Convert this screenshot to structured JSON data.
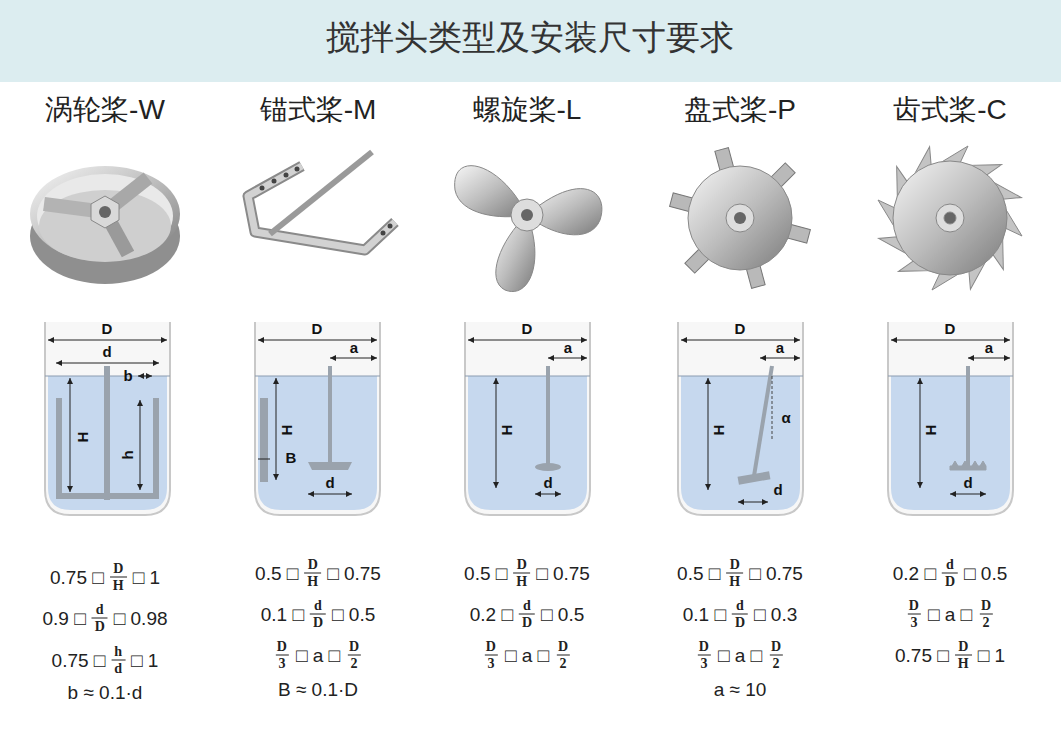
{
  "diagram": {
    "title": "搅拌头类型及安装尺寸要求",
    "labels": [
      "涡轮桨-W",
      "D",
      "d",
      "b",
      "H",
      "h",
      "0.75 □",
      "D",
      "H",
      "□ 1",
      "0.9 □",
      "d",
      "D",
      "□ 0.98",
      "0.75 □",
      "h",
      "d",
      "□ 1",
      "b ≈ 0.1·d",
      "锚式桨-M",
      "D",
      "a",
      "H",
      "B",
      "d",
      "0.5 □",
      "D",
      "H",
      "□ 0.75",
      "0.1 □",
      "d",
      "D",
      "□ 0.5",
      "D",
      "3",
      "□ a □",
      "D",
      "2",
      "B ≈ 0.1·D",
      "螺旋桨-L",
      "D",
      "a",
      "H",
      "d",
      "0.5 □",
      "D",
      "H",
      "□ 0.75",
      "0.2 □",
      "d",
      "D",
      "□ 0.5",
      "D",
      "3",
      "□ a □",
      "D",
      "2",
      "盘式桨-P",
      "D",
      "a",
      "H",
      "α",
      "d",
      "0.5 □",
      "D",
      "H",
      "□ 0.75",
      "0.1 □",
      "d",
      "D",
      "□ 0.3",
      "D",
      "3",
      "□ a □",
      "D",
      "2",
      "a ≈ 10",
      "齿式桨-C",
      "D",
      "a",
      "H",
      "d",
      "0.2 □",
      "d",
      "D",
      "□ 0.5",
      "D",
      "3",
      "□ a □",
      "D",
      "2",
      "0.75 □",
      "D",
      "H",
      "□ 1"
    ]
  }
}
